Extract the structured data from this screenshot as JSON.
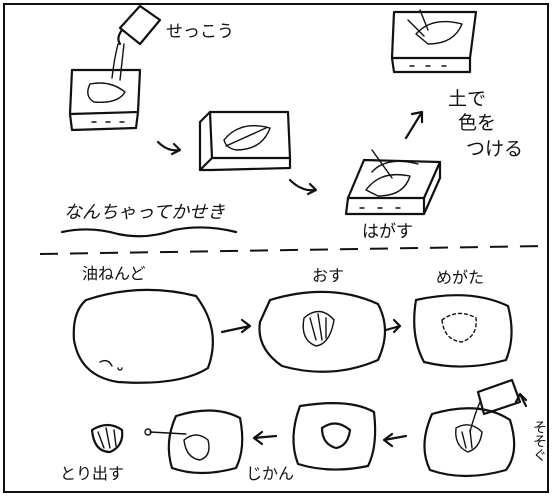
{
  "top": {
    "plaster_label": "せっこう",
    "color_label_line1": "土で",
    "color_label_line2": "色を",
    "color_label_line3": "つける",
    "peel_label": "はがす",
    "title": "なんちゃってかせき"
  },
  "bottom": {
    "clay_label": "油ねんど",
    "press_label": "おす",
    "mold_label": "めがた",
    "pour_label": "そそぐ",
    "set_label": "じかん",
    "remove_label": "とり出す"
  }
}
